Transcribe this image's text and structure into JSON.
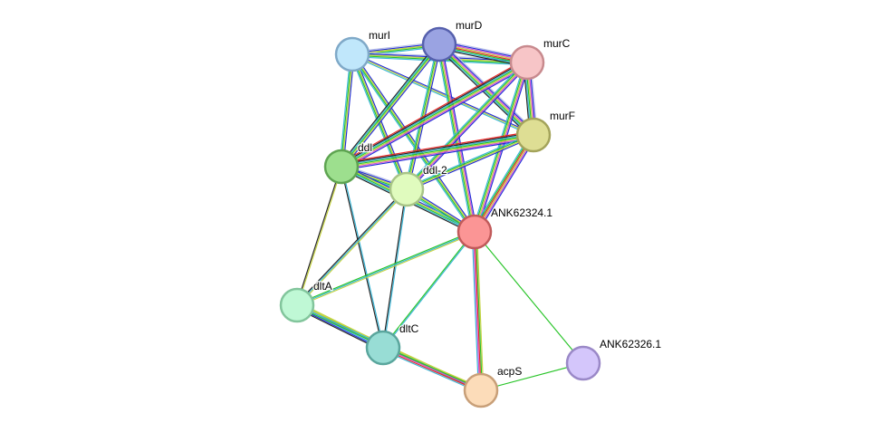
{
  "network": {
    "evidence_colors": {
      "experiments": "#d44fd4",
      "databases": "#36b5d6",
      "textmining": "#c4d23e",
      "coexpression": "#222222",
      "neighborhood": "#27c427",
      "fusion": "#e82424",
      "cooccurrence": "#1f2bd6",
      "homology": "#b9c0e6"
    },
    "nodes": [
      {
        "id": "murI",
        "label": "murI",
        "fill": "#c0e7fb",
        "border": "#7fa9c8"
      },
      {
        "id": "murD",
        "label": "murD",
        "fill": "#9aa3e2",
        "border": "#5660ad"
      },
      {
        "id": "murC",
        "label": "murC",
        "fill": "#f7c5c7",
        "border": "#c88a8e"
      },
      {
        "id": "murF",
        "label": "murF",
        "fill": "#dede94",
        "border": "#a3a35a"
      },
      {
        "id": "ddl",
        "label": "ddl",
        "fill": "#9ddf8e",
        "border": "#5ea451"
      },
      {
        "id": "ddl-2",
        "label": "ddl-2",
        "fill": "#e0fbbe",
        "border": "#a8c487"
      },
      {
        "id": "ANK62324.1",
        "label": "ANK62324.1",
        "fill": "#fb9595",
        "border": "#c15a5a"
      },
      {
        "id": "dltA",
        "label": "dltA",
        "fill": "#bff8d5",
        "border": "#82c59c"
      },
      {
        "id": "dltC",
        "label": "dltC",
        "fill": "#98ddd5",
        "border": "#5aa69d"
      },
      {
        "id": "acpS",
        "label": "acpS",
        "fill": "#fcdcb9",
        "border": "#c89f78"
      },
      {
        "id": "ANK62326.1",
        "label": "ANK62326.1",
        "fill": "#d4c6fb",
        "border": "#9a88c7"
      }
    ],
    "edges": [
      {
        "source": "murI",
        "target": "murD",
        "evidence": [
          "homology",
          "cooccurrence",
          "textmining",
          "neighborhood",
          "databases"
        ]
      },
      {
        "source": "murI",
        "target": "murC",
        "evidence": [
          "homology",
          "cooccurrence",
          "textmining",
          "neighborhood",
          "databases"
        ]
      },
      {
        "source": "murI",
        "target": "murF",
        "evidence": [
          "cooccurrence",
          "textmining",
          "databases"
        ]
      },
      {
        "source": "murI",
        "target": "ddl",
        "evidence": [
          "cooccurrence",
          "textmining",
          "neighborhood",
          "databases"
        ]
      },
      {
        "source": "murI",
        "target": "ddl-2",
        "evidence": [
          "cooccurrence",
          "textmining",
          "neighborhood",
          "databases"
        ]
      },
      {
        "source": "murI",
        "target": "ANK62324.1",
        "evidence": [
          "cooccurrence",
          "textmining",
          "neighborhood",
          "databases"
        ]
      },
      {
        "source": "murD",
        "target": "murC",
        "evidence": [
          "homology",
          "cooccurrence",
          "experiments",
          "textmining",
          "fusion",
          "neighborhood",
          "databases",
          "coexpression"
        ]
      },
      {
        "source": "murD",
        "target": "murF",
        "evidence": [
          "homology",
          "cooccurrence",
          "experiments",
          "textmining",
          "neighborhood",
          "databases",
          "coexpression"
        ]
      },
      {
        "source": "murD",
        "target": "ddl",
        "evidence": [
          "cooccurrence",
          "textmining",
          "neighborhood",
          "databases",
          "coexpression"
        ]
      },
      {
        "source": "murD",
        "target": "ddl-2",
        "evidence": [
          "cooccurrence",
          "textmining",
          "neighborhood",
          "databases"
        ]
      },
      {
        "source": "murD",
        "target": "ANK62324.1",
        "evidence": [
          "cooccurrence",
          "experiments",
          "textmining",
          "neighborhood",
          "databases"
        ]
      },
      {
        "source": "murC",
        "target": "murF",
        "evidence": [
          "homology",
          "cooccurrence",
          "experiments",
          "textmining",
          "neighborhood",
          "databases",
          "coexpression"
        ]
      },
      {
        "source": "murC",
        "target": "ddl",
        "evidence": [
          "cooccurrence",
          "experiments",
          "textmining",
          "neighborhood",
          "databases",
          "coexpression",
          "fusion"
        ]
      },
      {
        "source": "murC",
        "target": "ddl-2",
        "evidence": [
          "cooccurrence",
          "experiments",
          "textmining",
          "neighborhood",
          "databases"
        ]
      },
      {
        "source": "murC",
        "target": "ANK62324.1",
        "evidence": [
          "cooccurrence",
          "experiments",
          "textmining",
          "neighborhood",
          "databases"
        ]
      },
      {
        "source": "murF",
        "target": "ddl",
        "evidence": [
          "cooccurrence",
          "experiments",
          "textmining",
          "neighborhood",
          "databases",
          "coexpression",
          "fusion"
        ]
      },
      {
        "source": "murF",
        "target": "ddl-2",
        "evidence": [
          "cooccurrence",
          "textmining",
          "neighborhood",
          "databases"
        ]
      },
      {
        "source": "murF",
        "target": "ANK62324.1",
        "evidence": [
          "cooccurrence",
          "experiments",
          "textmining",
          "fusion",
          "neighborhood",
          "databases"
        ]
      },
      {
        "source": "ddl",
        "target": "ddl-2",
        "evidence": [
          "homology",
          "cooccurrence",
          "textmining",
          "neighborhood",
          "databases"
        ]
      },
      {
        "source": "ddl",
        "target": "ANK62324.1",
        "evidence": [
          "cooccurrence",
          "textmining",
          "neighborhood",
          "databases",
          "coexpression"
        ]
      },
      {
        "source": "ddl-2",
        "target": "ANK62324.1",
        "evidence": [
          "cooccurrence",
          "textmining",
          "neighborhood",
          "databases"
        ]
      },
      {
        "source": "ddl",
        "target": "dltA",
        "evidence": [
          "textmining",
          "coexpression"
        ]
      },
      {
        "source": "ddl",
        "target": "dltC",
        "evidence": [
          "databases",
          "coexpression"
        ]
      },
      {
        "source": "ddl-2",
        "target": "dltA",
        "evidence": [
          "textmining",
          "databases",
          "coexpression"
        ]
      },
      {
        "source": "ddl-2",
        "target": "dltC",
        "evidence": [
          "databases",
          "coexpression"
        ]
      },
      {
        "source": "ANK62324.1",
        "target": "dltA",
        "evidence": [
          "textmining",
          "databases",
          "neighborhood"
        ]
      },
      {
        "source": "ANK62324.1",
        "target": "dltC",
        "evidence": [
          "databases",
          "neighborhood"
        ]
      },
      {
        "source": "ANK62324.1",
        "target": "acpS",
        "evidence": [
          "textmining",
          "neighborhood",
          "fusion",
          "experiments",
          "databases"
        ]
      },
      {
        "source": "ANK62324.1",
        "target": "ANK62326.1",
        "evidence": [
          "neighborhood"
        ]
      },
      {
        "source": "acpS",
        "target": "ANK62326.1",
        "evidence": [
          "neighborhood"
        ]
      },
      {
        "source": "dltA",
        "target": "dltC",
        "evidence": [
          "textmining",
          "neighborhood",
          "experiments",
          "databases",
          "cooccurrence",
          "coexpression"
        ]
      },
      {
        "source": "dltA",
        "target": "acpS",
        "evidence": [
          "textmining",
          "databases",
          "neighborhood"
        ]
      },
      {
        "source": "dltC",
        "target": "acpS",
        "evidence": [
          "textmining",
          "neighborhood",
          "experiments",
          "fusion",
          "databases"
        ]
      }
    ]
  }
}
